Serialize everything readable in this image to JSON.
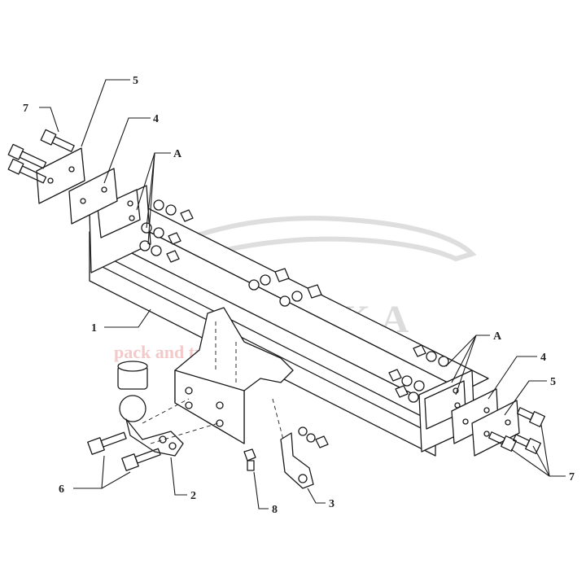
{
  "watermark": {
    "brand": "АНАКА",
    "tagline": "pack and travel"
  },
  "labels": {
    "part_1": "1",
    "part_2": "2",
    "part_3": "3",
    "part_4_left": "4",
    "part_4_right": "4",
    "part_5_left": "5",
    "part_5_right": "5",
    "part_6": "6",
    "part_7_left": "7",
    "part_7_right": "7",
    "part_8": "8",
    "detail_a_left": "A",
    "detail_a_right": "A"
  }
}
